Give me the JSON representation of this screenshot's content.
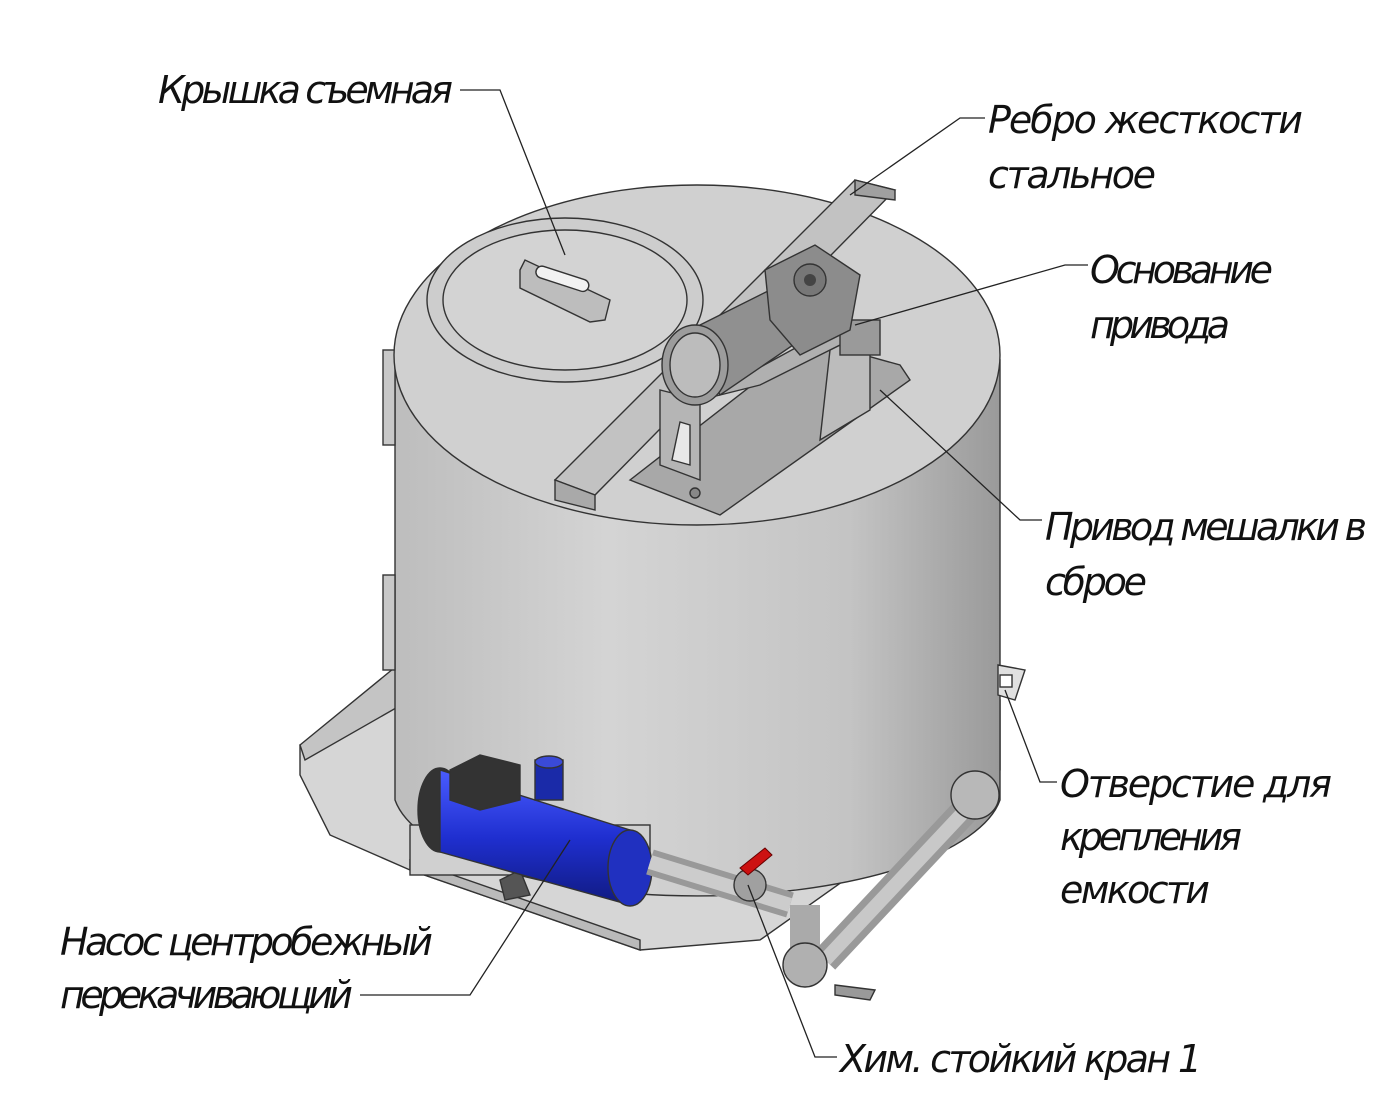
{
  "title": "Емкость с мешалкой и насосом",
  "labels": {
    "lid": "Крышка съемная",
    "rib_line1": "Ребро жесткости",
    "rib_line2": "стальное",
    "base_line1": "Основание",
    "base_line2": "привода",
    "drive_line1": "Привод мешалки в",
    "drive_line2": "сброе",
    "hole_line1": "Отверстие для",
    "hole_line2": "крепления",
    "hole_line3": "емкости",
    "pump_line1": "Насос центробежный",
    "pump_line2": "перекачивающий",
    "valve": "Хим. стойкий кран 1"
  },
  "colors": {
    "tank": "#c9c9c9",
    "tank_shade": "#a8a8a8",
    "pump": "#2233cc",
    "valve_handle": "#cc1111"
  }
}
